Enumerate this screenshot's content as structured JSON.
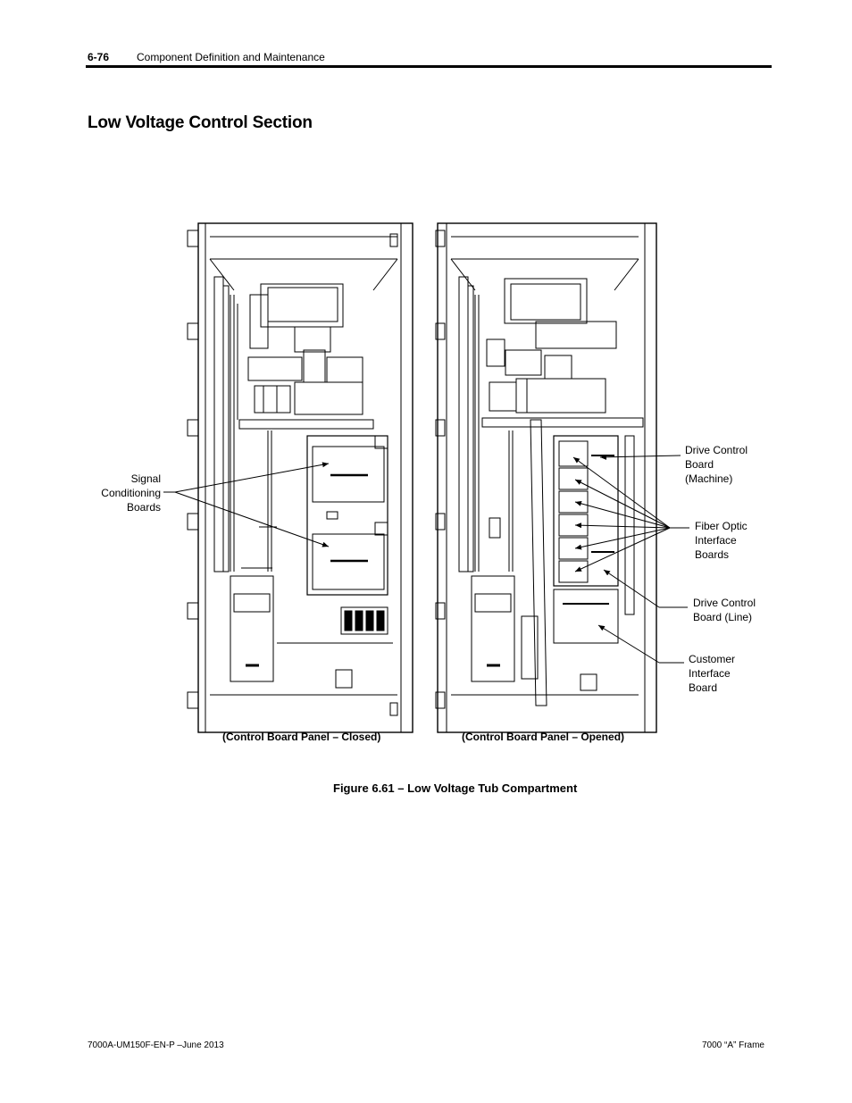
{
  "header": {
    "page_number": "6-76",
    "chapter_title": "Component Definition and Maintenance"
  },
  "section_title": "Low Voltage Control Section",
  "figure": {
    "callouts": {
      "signal_conditioning": "Signal\nConditioning\nBoards",
      "drive_control_machine": "Drive Control\nBoard\n(Machine)",
      "fiber_optic": "Fiber Optic\nInterface\nBoards",
      "drive_control_line": "Drive Control\nBoard (Line)",
      "customer_interface": "Customer\nInterface\nBoard"
    },
    "panel_closed_caption": "(Control Board Panel – Closed)",
    "panel_opened_caption": "(Control Board Panel – Opened)",
    "caption": "Figure 6.61 – Low Voltage Tub Compartment"
  },
  "footer": {
    "left": "7000A-UM150F-EN-P –June 2013",
    "right": "7000 “A” Frame"
  }
}
